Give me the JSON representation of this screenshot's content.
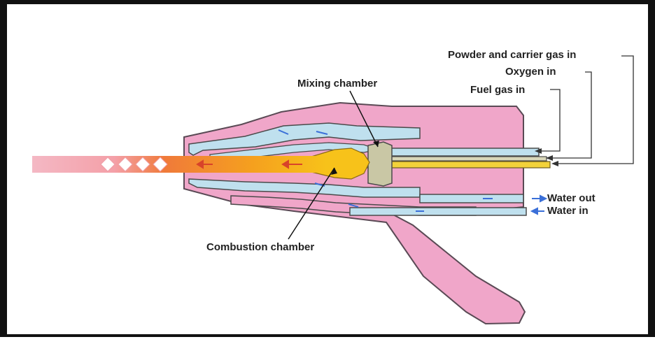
{
  "labels": {
    "powder_in": "Powder and carrier gas in",
    "oxygen_in": "Oxygen in",
    "fuel_gas_in": "Fuel gas in",
    "mixing_chamber": "Mixing chamber",
    "combustion_chamber": "Combustion chamber",
    "water_out": "Water out",
    "water_in": "Water in"
  },
  "colors": {
    "gun_body": "#f0a6c9",
    "gun_outline": "#5a4a55",
    "flame_hot": "#f7c21a",
    "flame_cool": "#f07a2a",
    "spray_tail": "#f2b0bf",
    "water_channel": "#bfe0ee",
    "water_arrow": "#3a6fd8",
    "powder_tube": "#f2d23a",
    "mixing_block": "#c9c7a5"
  }
}
